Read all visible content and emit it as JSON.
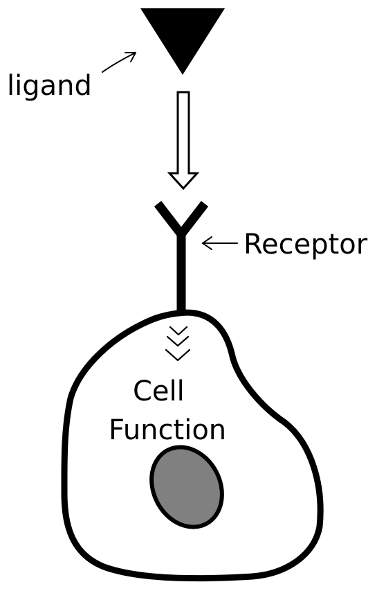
{
  "labels": {
    "ligand": "ligand",
    "receptor": "Receptor",
    "cell_function_line1": "Cell",
    "cell_function_line2": "Function"
  },
  "colors": {
    "stroke": "#000000",
    "background": "#ffffff",
    "nucleus": "#808080"
  }
}
